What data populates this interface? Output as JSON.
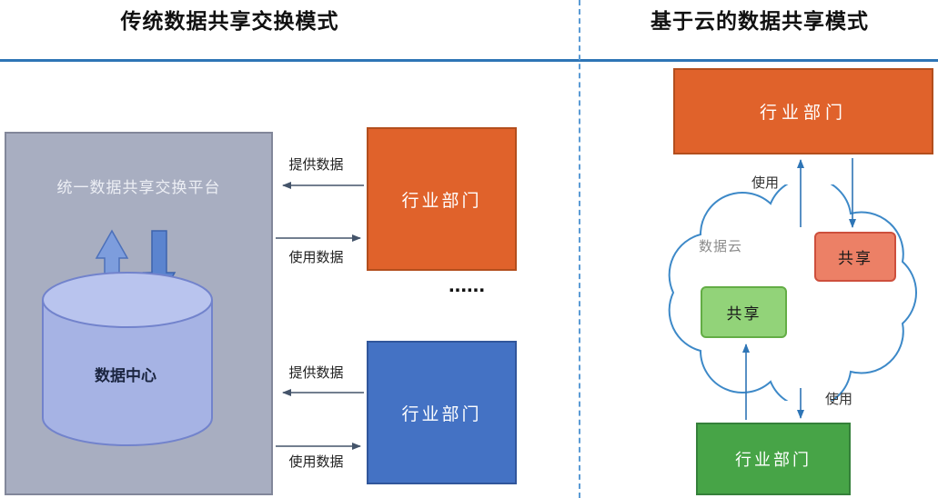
{
  "titles": {
    "left": "传统数据共享交换模式",
    "right": "基于云的数据共享模式"
  },
  "traditional": {
    "platform_label": "统一数据共享交换平台",
    "data_center_label": "数据中心",
    "departments": [
      {
        "label": "行业部门",
        "color": "#e0622b"
      },
      {
        "label": "行业部门",
        "color": "#4472c4"
      }
    ],
    "ellipsis": "......",
    "arrow_labels": {
      "provide_top": "提供数据",
      "use_top": "使用数据",
      "provide_bottom": "提供数据",
      "use_bottom": "使用数据"
    }
  },
  "cloud_model": {
    "department_top": {
      "label": "行业部门",
      "color": "#e0622b"
    },
    "department_bottom": {
      "label": "行业部门",
      "color": "#47a447"
    },
    "cloud_label": "数据云",
    "share_boxes": [
      {
        "label": "共享",
        "color": "#ec8066"
      },
      {
        "label": "共享",
        "color": "#92d379"
      }
    ],
    "arrow_labels": {
      "use_top": "使用",
      "use_bottom": "使用"
    }
  },
  "colors": {
    "header_rule": "#2e75b6",
    "panel_divider": "#5b9bd5",
    "left_arrow": "#44546a",
    "right_arrow": "#2e75b6",
    "platform_box": "#a8aec1",
    "cylinder": "#a6b3e4"
  }
}
